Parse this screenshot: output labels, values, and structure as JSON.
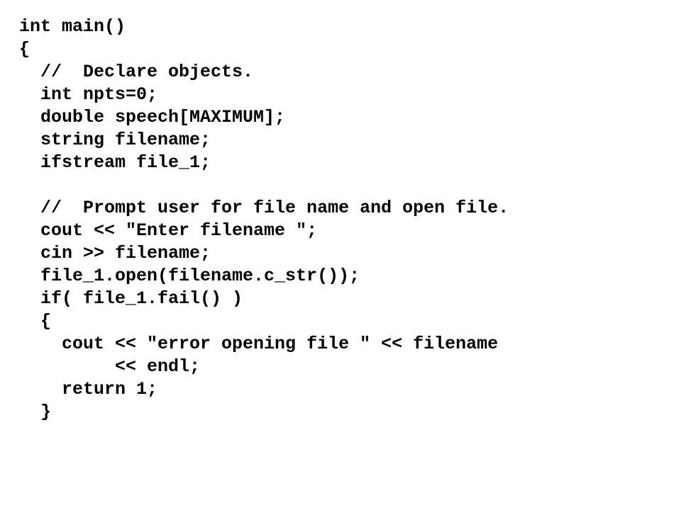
{
  "code": {
    "lines": [
      "int main()",
      "{",
      "  //  Declare objects.",
      "  int npts=0;",
      "  double speech[MAXIMUM];",
      "  string filename;",
      "  ifstream file_1;",
      "",
      "  //  Prompt user for file name and open file.",
      "  cout << \"Enter filename \";",
      "  cin >> filename;",
      "  file_1.open(filename.c_str());",
      "  if( file_1.fail() )",
      "  {",
      "    cout << \"error opening file \" << filename",
      "         << endl;",
      "    return 1;",
      "  }"
    ]
  }
}
